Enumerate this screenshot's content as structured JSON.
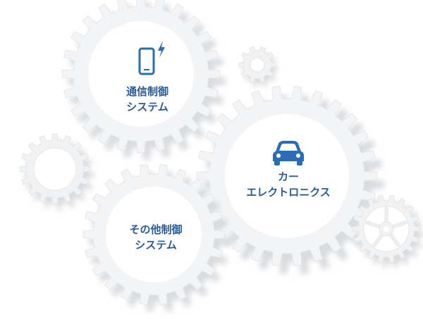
{
  "labels": {
    "communication": {
      "line1": "通信制御",
      "line2": "システム",
      "icon": "smartphone-lightning-icon"
    },
    "car": {
      "line1": "カー",
      "line2": "エレクトロニクス",
      "icon": "car-icon"
    },
    "other": {
      "line1": "その他制御",
      "line2": "システム"
    }
  },
  "colors": {
    "text": "#2a5d97",
    "icon": "#2a6db5",
    "gear_face": "#f5f6f7",
    "gear_shadow": "#dfe1e4"
  }
}
